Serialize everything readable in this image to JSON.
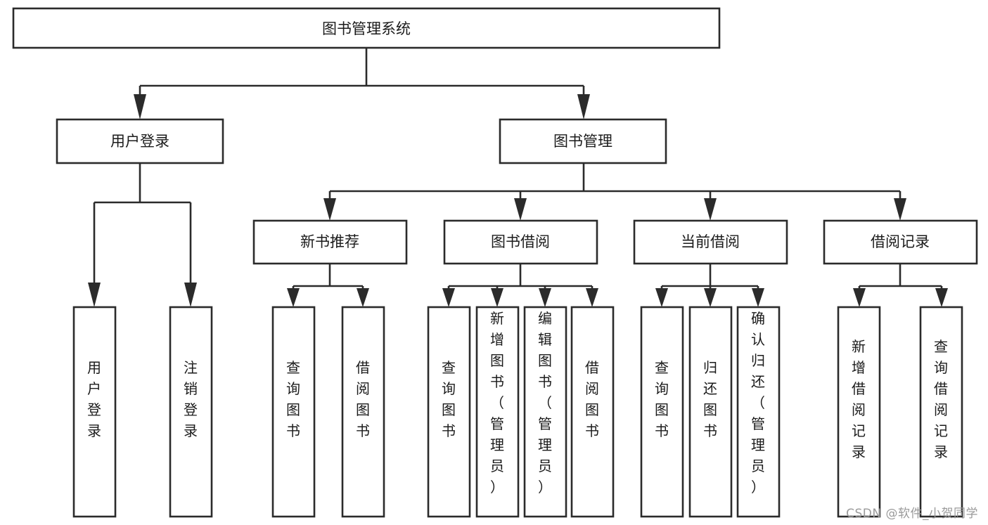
{
  "diagram": {
    "type": "tree-hierarchy",
    "title": "图书管理系统",
    "watermark": "CSDN @软件_小贺同学",
    "colors": {
      "stroke": "#2b2b2b",
      "fill": "#ffffff",
      "text": "#1b1b1b",
      "watermark": "#9a9a9a"
    },
    "root": {
      "label": "图书管理系统"
    },
    "level2": [
      {
        "label": "用户登录"
      },
      {
        "label": "图书管理"
      }
    ],
    "level3": [
      {
        "label": "新书推荐"
      },
      {
        "label": "图书借阅"
      },
      {
        "label": "当前借阅"
      },
      {
        "label": "借阅记录"
      }
    ],
    "leaves": {
      "user_login": [
        {
          "label": "用户登录"
        },
        {
          "label": "注销登录"
        }
      ],
      "new_book_recommend": [
        {
          "label": "查询图书"
        },
        {
          "label": "借阅图书"
        }
      ],
      "book_borrow": [
        {
          "label": "查询图书"
        },
        {
          "label": "新增图书（管理员）"
        },
        {
          "label": "编辑图书（管理员）"
        },
        {
          "label": "借阅图书"
        }
      ],
      "current_borrow": [
        {
          "label": "查询图书"
        },
        {
          "label": "归还图书"
        },
        {
          "label": "确认归还（管理员）"
        }
      ],
      "borrow_record": [
        {
          "label": "新增借阅记录"
        },
        {
          "label": "查询借阅记录"
        }
      ]
    }
  }
}
